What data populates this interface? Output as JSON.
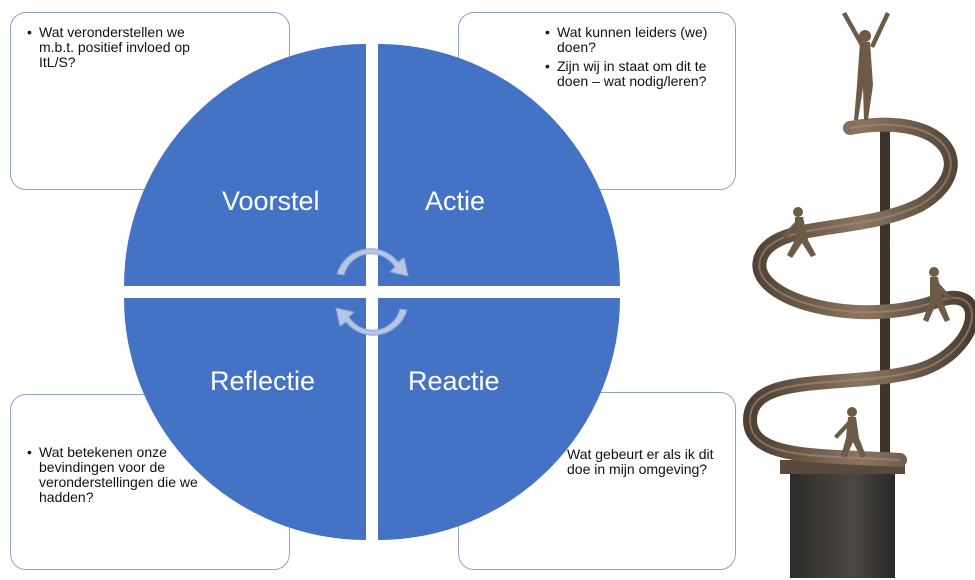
{
  "quadrants": {
    "top_left": "Voorstel",
    "top_right": "Actie",
    "bottom_left": "Reflectie",
    "bottom_right": "Reactie"
  },
  "boxes": {
    "top_left": {
      "bullets": [
        "Wat veronderstellen we m.b.t. positief invloed op ItL/S?"
      ]
    },
    "top_right": {
      "bullets": [
        "Wat kunnen leiders (we) doen?",
        "Zijn wij in staat om dit te doen – wat nodig/leren?"
      ]
    },
    "bottom_left": {
      "bullets": [
        "Wat betekenen onze bevindingen voor de veronderstellingen die we hadden?"
      ]
    },
    "bottom_right": {
      "text": "Wat gebeurt er als ik dit doe in mijn omgeving?"
    }
  },
  "colors": {
    "quadrant_fill": "#4472c4",
    "box_border": "#8fa3c9",
    "arrow_fill": "#b4c7e7",
    "sculpture_bronze": "#6d5a47",
    "pedestal": "#3c3a37"
  },
  "icons": [
    "cycle-arrow-top-icon",
    "cycle-arrow-bottom-icon"
  ],
  "image": "spiral-sculpture-image"
}
